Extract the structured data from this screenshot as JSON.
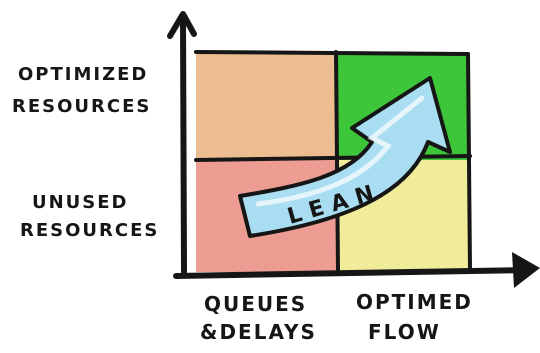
{
  "y_axis": {
    "top_label": [
      "OPTIMIZED",
      "RESOURCES"
    ],
    "bottom_label": [
      "UNUSED",
      "RESOURCES"
    ]
  },
  "x_axis": {
    "left_label": [
      "QUEUES",
      "&DELAYS"
    ],
    "right_label": [
      "OPTIMED",
      "FLOW"
    ]
  },
  "arrow": {
    "label": "LEAN"
  },
  "colors": {
    "top_left": "#ecbd90",
    "top_right": "#3ec63b",
    "bottom_left": "#ed9c92",
    "bottom_right": "#f0ec9a",
    "arrow_fill": "#a9def2",
    "ink": "#161616"
  }
}
